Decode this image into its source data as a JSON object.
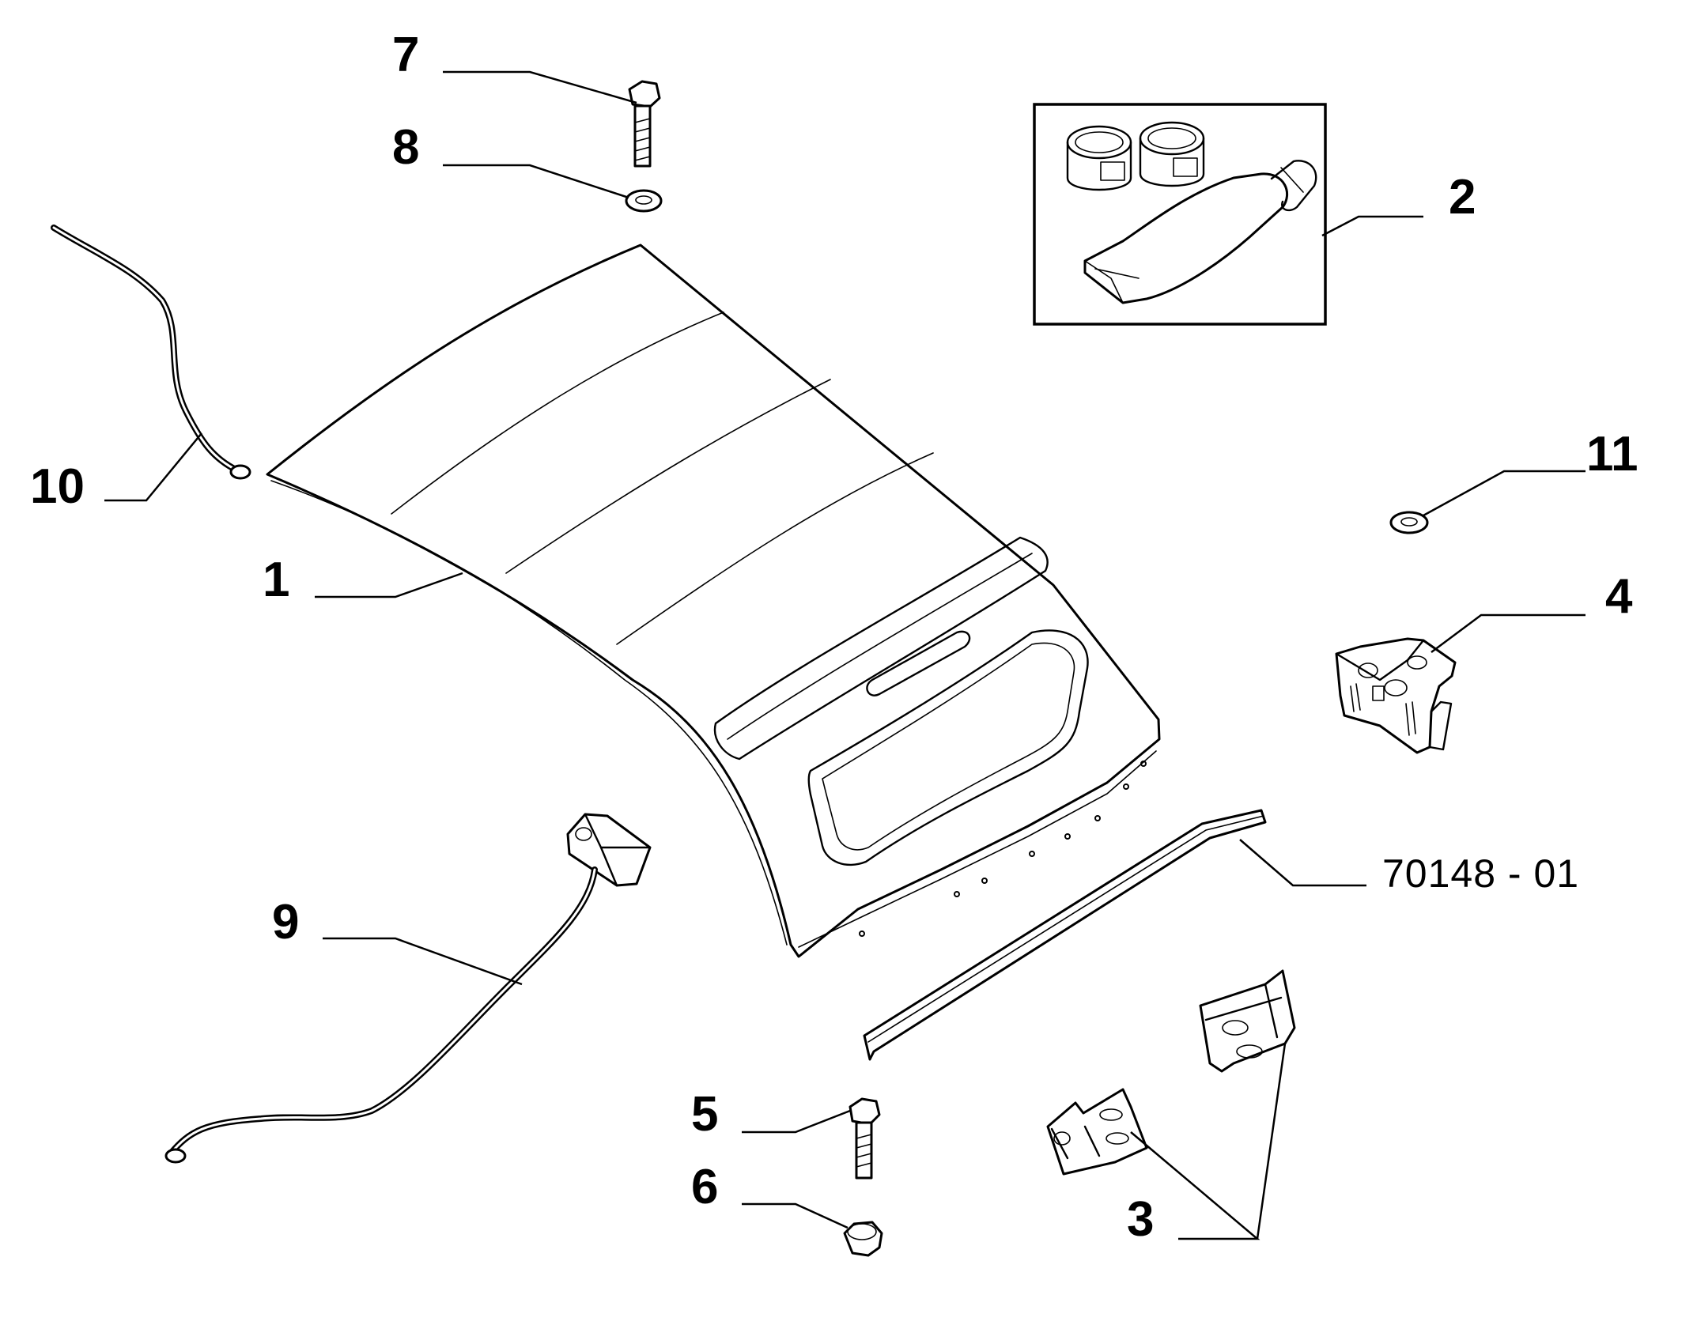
{
  "diagram": {
    "reference_code": "70148 - 01",
    "parts": [
      {
        "id": "roof",
        "callout": "1"
      },
      {
        "id": "repair-kit",
        "callout": "2"
      },
      {
        "id": "brackets",
        "callout": "3"
      },
      {
        "id": "bracket-right",
        "callout": "4"
      },
      {
        "id": "bolt-lower",
        "callout": "5"
      },
      {
        "id": "nut",
        "callout": "6"
      },
      {
        "id": "bolt-upper",
        "callout": "7"
      },
      {
        "id": "washer-upper",
        "callout": "8"
      },
      {
        "id": "cable-bracket",
        "callout": "9"
      },
      {
        "id": "cable-upper",
        "callout": "10"
      },
      {
        "id": "washer-right",
        "callout": "11"
      }
    ]
  }
}
